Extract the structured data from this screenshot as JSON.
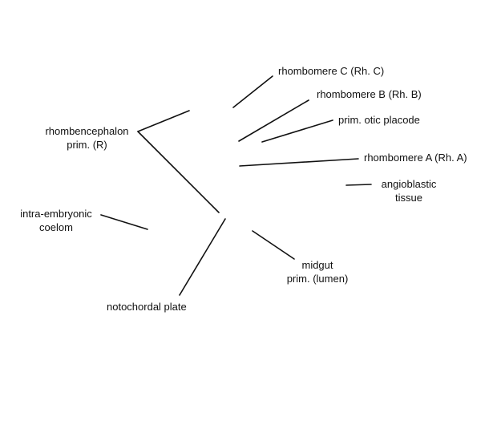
{
  "labels": {
    "rhombomere_c": {
      "lines": [
        "rhombomere C (Rh. C)"
      ]
    },
    "rhombomere_b": {
      "lines": [
        "rhombomere B (Rh. B)"
      ]
    },
    "otic_placode": {
      "lines": [
        "prim. otic placode"
      ]
    },
    "rhombencephalon": {
      "lines": [
        "rhombencephalon",
        "prim. (R)"
      ]
    },
    "rhombomere_a": {
      "lines": [
        "rhombomere A (Rh. A)"
      ]
    },
    "angioblastic": {
      "lines": [
        "angioblastic",
        "tissue"
      ]
    },
    "coelom": {
      "lines": [
        "intra-embryonic",
        "coelom"
      ]
    },
    "midgut": {
      "lines": [
        "midgut",
        "prim. (lumen)"
      ]
    },
    "notochordal": {
      "lines": [
        "notochordal plate"
      ]
    }
  }
}
